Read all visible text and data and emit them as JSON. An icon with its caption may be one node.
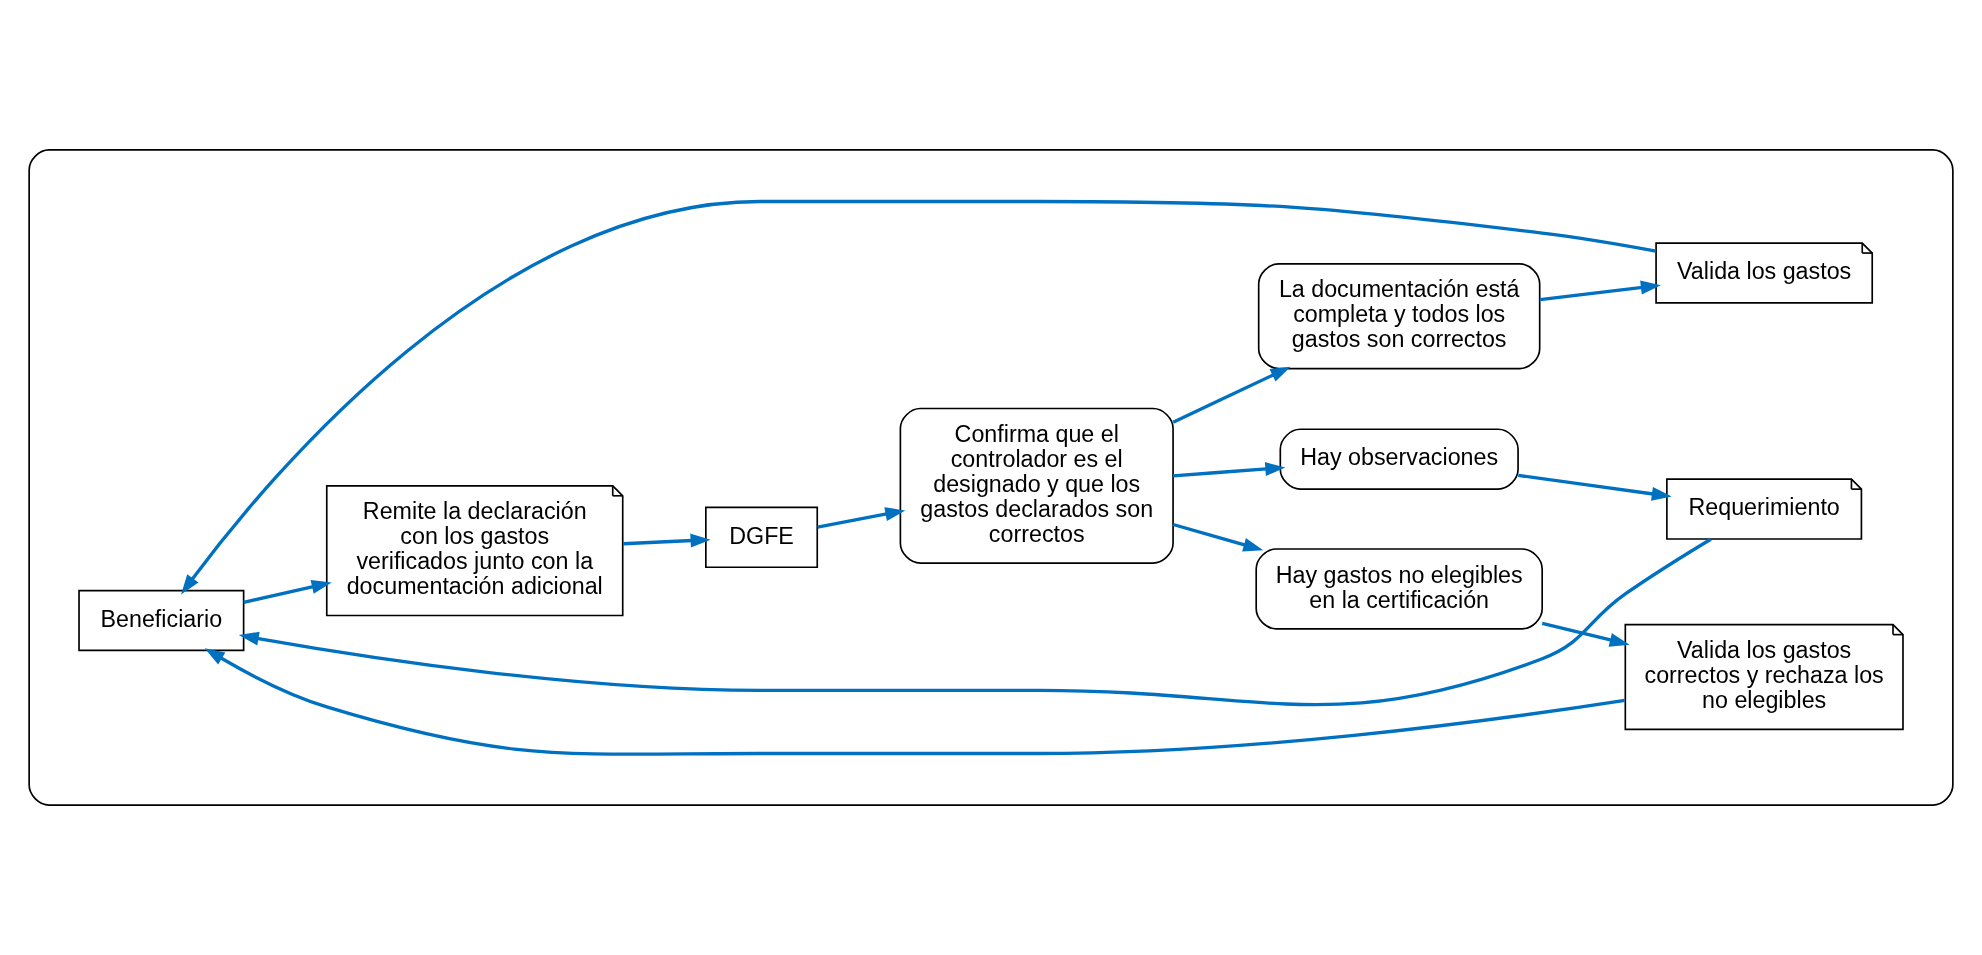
{
  "diagram": {
    "nodes": [
      {
        "text": [],
        "shape": "box"
      },
      {
        "text": [
          "Beneficiario"
        ],
        "in": 0
      },
      {
        "text": [
          "Remite la declaración con los gastos verificados junto con la documentación adicional"
        ],
        "in": 0
      },
      {
        "text": [
          "DGFE"
        ],
        "in": 0
      },
      {
        "text": [
          "Confirma que el controlador es el designado y que los gastos declarados son correctos"
        ],
        "in": 0
      },
      {
        "text": [
          "Hay observaciones"
        ],
        "in": 0
      },
      {
        "text": [
          "Hay gastos no elegibles en la certificación"
        ],
        "in": 0
      },
      {
        "text": [
          "La documentación está completa y todos los gastos son correctos"
        ],
        "in": 0
      },
      {
        "text": [
          "Valida los gastos correctos y rechaza los no elegibles"
        ],
        "in": 0
      },
      {
        "text": [
          "Requerimiento"
        ],
        "in": 0
      },
      {
        "text": [
          "Valida los gastos"
        ],
        "in": 0
      }
    ],
    "edges": [
      {
        "from": 1,
        "to": 2,
        "arrow": "to"
      },
      {
        "from": 2,
        "to": 3,
        "arrow": "to"
      },
      {
        "from": 3,
        "to": 4,
        "arrow": "to"
      },
      {
        "from": 4,
        "to": 5,
        "arrow": "to"
      },
      {
        "from": 4,
        "to": 6,
        "arrow": "to"
      },
      {
        "from": 4,
        "to": 7,
        "arrow": "to"
      },
      {
        "from": 5,
        "to": 9,
        "arrow": "to"
      },
      {
        "from": 6,
        "to": 8,
        "arrow": "to"
      },
      {
        "from": 7,
        "to": 10,
        "arrow": "to"
      },
      {
        "from": 8,
        "to": 1,
        "arrow": "to"
      },
      {
        "from": 9,
        "to": 1,
        "arrow": "to"
      },
      {
        "from": 10,
        "to": 1,
        "arrow": "to"
      }
    ]
  }
}
